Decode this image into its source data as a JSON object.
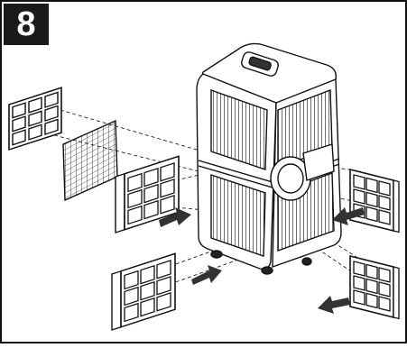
{
  "step": {
    "number": "8"
  },
  "diagram": {
    "subject": "portable-air-conditioner",
    "parts": [
      "carbon-filter",
      "mesh-screen",
      "filter-frame"
    ],
    "icons": [
      "arrow-icon"
    ]
  }
}
